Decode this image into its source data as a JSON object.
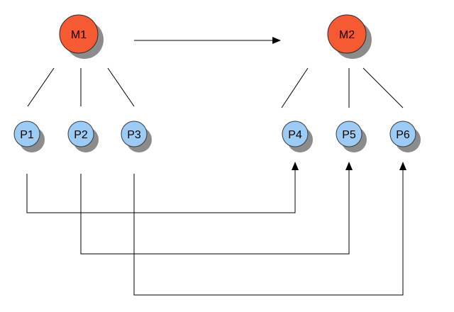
{
  "diagram": {
    "colors": {
      "manager_fill": "#F55A32",
      "process_fill": "#9CCBF5",
      "shadow": "#8C8C8C",
      "line": "#000000",
      "background": "#FFFFFF"
    },
    "managers": [
      {
        "id": "M1",
        "label": "M1"
      },
      {
        "id": "M2",
        "label": "M2"
      }
    ],
    "processes": [
      {
        "id": "P1",
        "label": "P1",
        "parent": "M1"
      },
      {
        "id": "P2",
        "label": "P2",
        "parent": "M1"
      },
      {
        "id": "P3",
        "label": "P3",
        "parent": "M1"
      },
      {
        "id": "P4",
        "label": "P4",
        "parent": "M2"
      },
      {
        "id": "P5",
        "label": "P5",
        "parent": "M2"
      },
      {
        "id": "P6",
        "label": "P6",
        "parent": "M2"
      }
    ],
    "edges": [
      {
        "from": "M1",
        "to": "M2",
        "arrow": true
      },
      {
        "from": "P1",
        "to": "P4",
        "arrow": true
      },
      {
        "from": "P2",
        "to": "P5",
        "arrow": true
      },
      {
        "from": "P3",
        "to": "P6",
        "arrow": true
      }
    ]
  }
}
